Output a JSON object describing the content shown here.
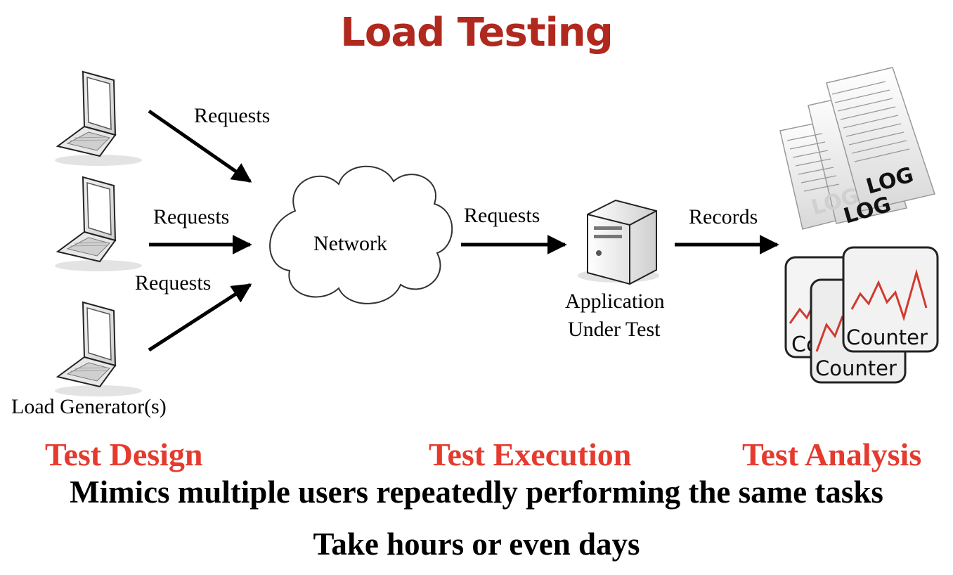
{
  "title": "Load Testing",
  "colors": {
    "title": "#b0281e",
    "stage": "#e53a2e",
    "text": "#000000",
    "chart_line": "#d23a2e"
  },
  "diagram": {
    "generator_label": "Load Generator(s)",
    "network_label": "Network",
    "aut_label_line1": "Application",
    "aut_label_line2": "Under Test",
    "requests_label_1": "Requests",
    "requests_label_2": "Requests",
    "requests_label_3": "Requests",
    "requests_label_4": "Requests",
    "records_label": "Records",
    "log_label_1": "LOG",
    "log_label_2": "LOG",
    "log_label_3": "LOG",
    "counter_label_1": "Counter",
    "counter_label_2": "Counter",
    "counter_label_3": "Co"
  },
  "stages": {
    "design": "Test Design",
    "execution": "Test Execution",
    "analysis": "Test Analysis"
  },
  "notes": {
    "line1": "Mimics multiple users repeatedly performing the same tasks",
    "line2": "Take hours or even days"
  },
  "icons": {
    "laptop": "laptop-icon",
    "cloud": "cloud-icon",
    "server": "server-icon",
    "log": "log-document-icon",
    "counter": "counter-chart-icon"
  }
}
